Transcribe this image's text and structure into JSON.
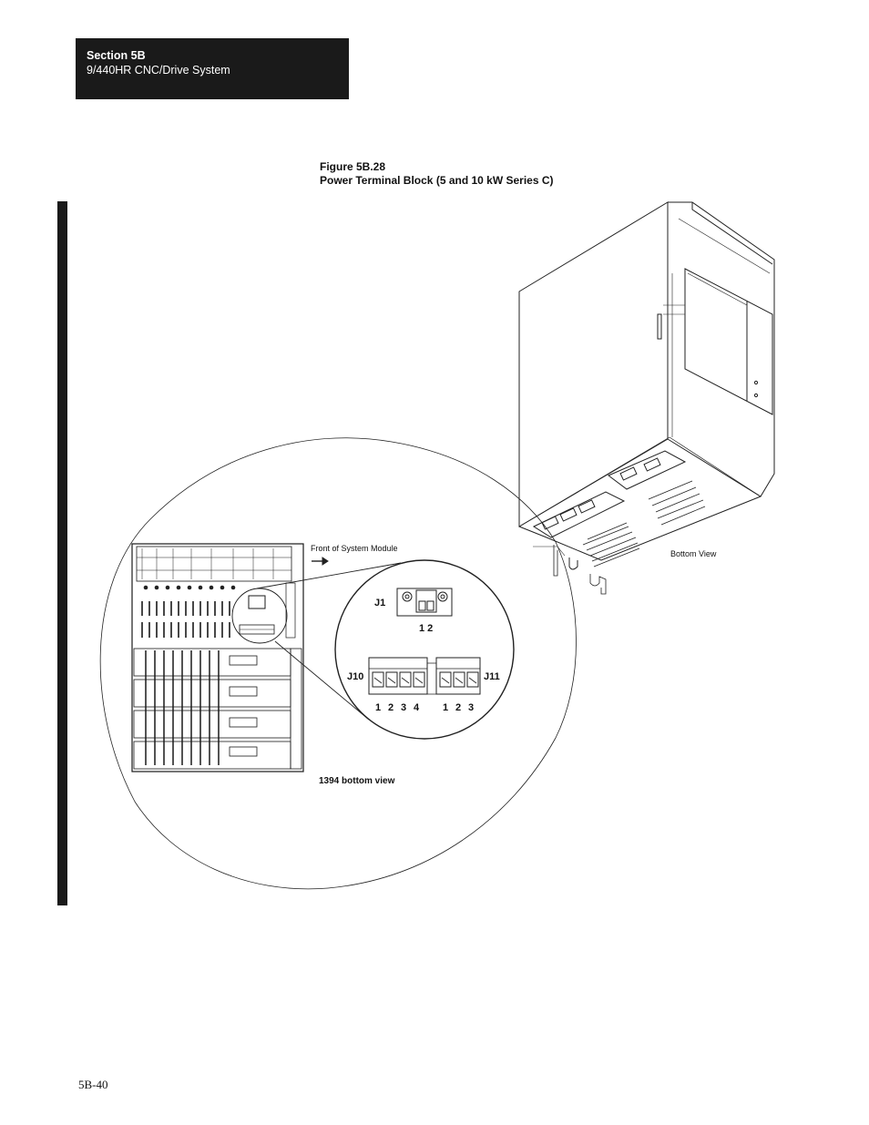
{
  "header": {
    "section": "Section 5B",
    "system": "9/440HR CNC/Drive System"
  },
  "figure": {
    "number": "Figure 5B.28",
    "title": "Power Terminal Block (5 and 10 kW Series C)",
    "labels": {
      "front_of_module": "Front of System Module",
      "bottom_view": "Bottom View",
      "bottom_view_1394": "1394 bottom view",
      "j1": "J1",
      "j1_pins": "1 2",
      "j10": "J10",
      "j10_pins": [
        "1",
        "2",
        "3",
        "4"
      ],
      "j11": "J11",
      "j11_pins": [
        "1",
        "2",
        "3"
      ]
    }
  },
  "footer": {
    "page": "5B-40"
  }
}
